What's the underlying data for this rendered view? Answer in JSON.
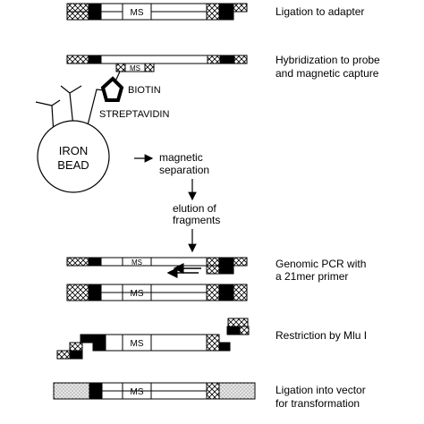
{
  "steps": [
    {
      "label": "Ligation to adapter"
    },
    {
      "label_line1": "Hybridization to probe",
      "label_line2": "and magnetic capture"
    },
    {
      "label_line1": "Genomic PCR with",
      "label_line2": "a 21mer primer"
    },
    {
      "label": "Restriction by Mlu I"
    },
    {
      "label_line1": "Ligation into vector",
      "label_line2": "for transformation"
    }
  ],
  "ms": "MS",
  "biotin": "BIOTIN",
  "streptavidin": "STREPTAVIDIN",
  "bead_line1": "IRON",
  "bead_line2": "BEAD",
  "sep_line1": "magnetic",
  "sep_line2": "separation",
  "elu_line1": "elution of",
  "elu_line2": "fragments"
}
